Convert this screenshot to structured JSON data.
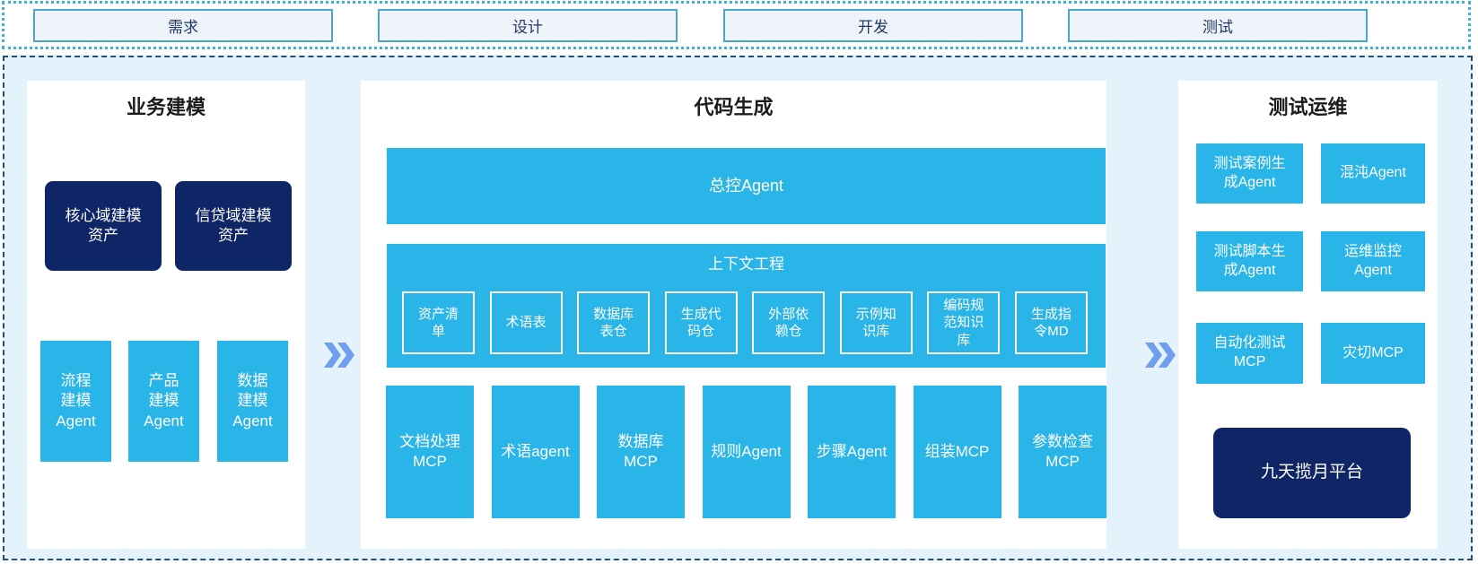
{
  "phases": [
    {
      "label": "需求"
    },
    {
      "label": "设计"
    },
    {
      "label": "开发"
    },
    {
      "label": "测试"
    }
  ],
  "business_modeling": {
    "title": "业务建模",
    "assets": [
      {
        "label": "核心域建模\n资产"
      },
      {
        "label": "信贷域建模\n资产"
      }
    ],
    "agents": [
      {
        "label": "流程\n建模\nAgent"
      },
      {
        "label": "产品\n建模\nAgent"
      },
      {
        "label": "数据\n建模\nAgent"
      }
    ]
  },
  "code_generation": {
    "title": "代码生成",
    "master_agent": "总控Agent",
    "context_engineering": {
      "title": "上下文工程",
      "items": [
        {
          "label": "资产清\n单"
        },
        {
          "label": "术语表"
        },
        {
          "label": "数据库\n表仓"
        },
        {
          "label": "生成代\n码仓"
        },
        {
          "label": "外部依\n赖仓"
        },
        {
          "label": "示例知\n识库"
        },
        {
          "label": "编码规\n范知识\n库"
        },
        {
          "label": "生成指\n令MD"
        }
      ]
    },
    "tools": [
      {
        "label": "文档处理\nMCP"
      },
      {
        "label": "术语agent"
      },
      {
        "label": "数据库\nMCP"
      },
      {
        "label": "规则Agent"
      },
      {
        "label": "步骤Agent"
      },
      {
        "label": "组装MCP"
      },
      {
        "label": "参数检查\nMCP"
      }
    ]
  },
  "test_ops": {
    "title": "测试运维",
    "boxes": [
      {
        "label": "测试案例生\n成Agent"
      },
      {
        "label": "混沌Agent"
      },
      {
        "label": "测试脚本生\n成Agent"
      },
      {
        "label": "运维监控\nAgent"
      },
      {
        "label": "自动化测试\nMCP"
      },
      {
        "label": "灾切MCP"
      }
    ],
    "platform": {
      "label": "九天揽月平台"
    }
  },
  "colors": {
    "cyan": "#29b5e8",
    "navy": "#0e2666",
    "chevron": "#6e9eec",
    "container_bg": "#e4f2fb",
    "dashed_border": "#1f4e79",
    "dotted_border": "#3fafd6",
    "phase_box_bg": "#eef4f9",
    "phase_box_border": "#4ba6ce",
    "phase_text": "#1f3864"
  }
}
